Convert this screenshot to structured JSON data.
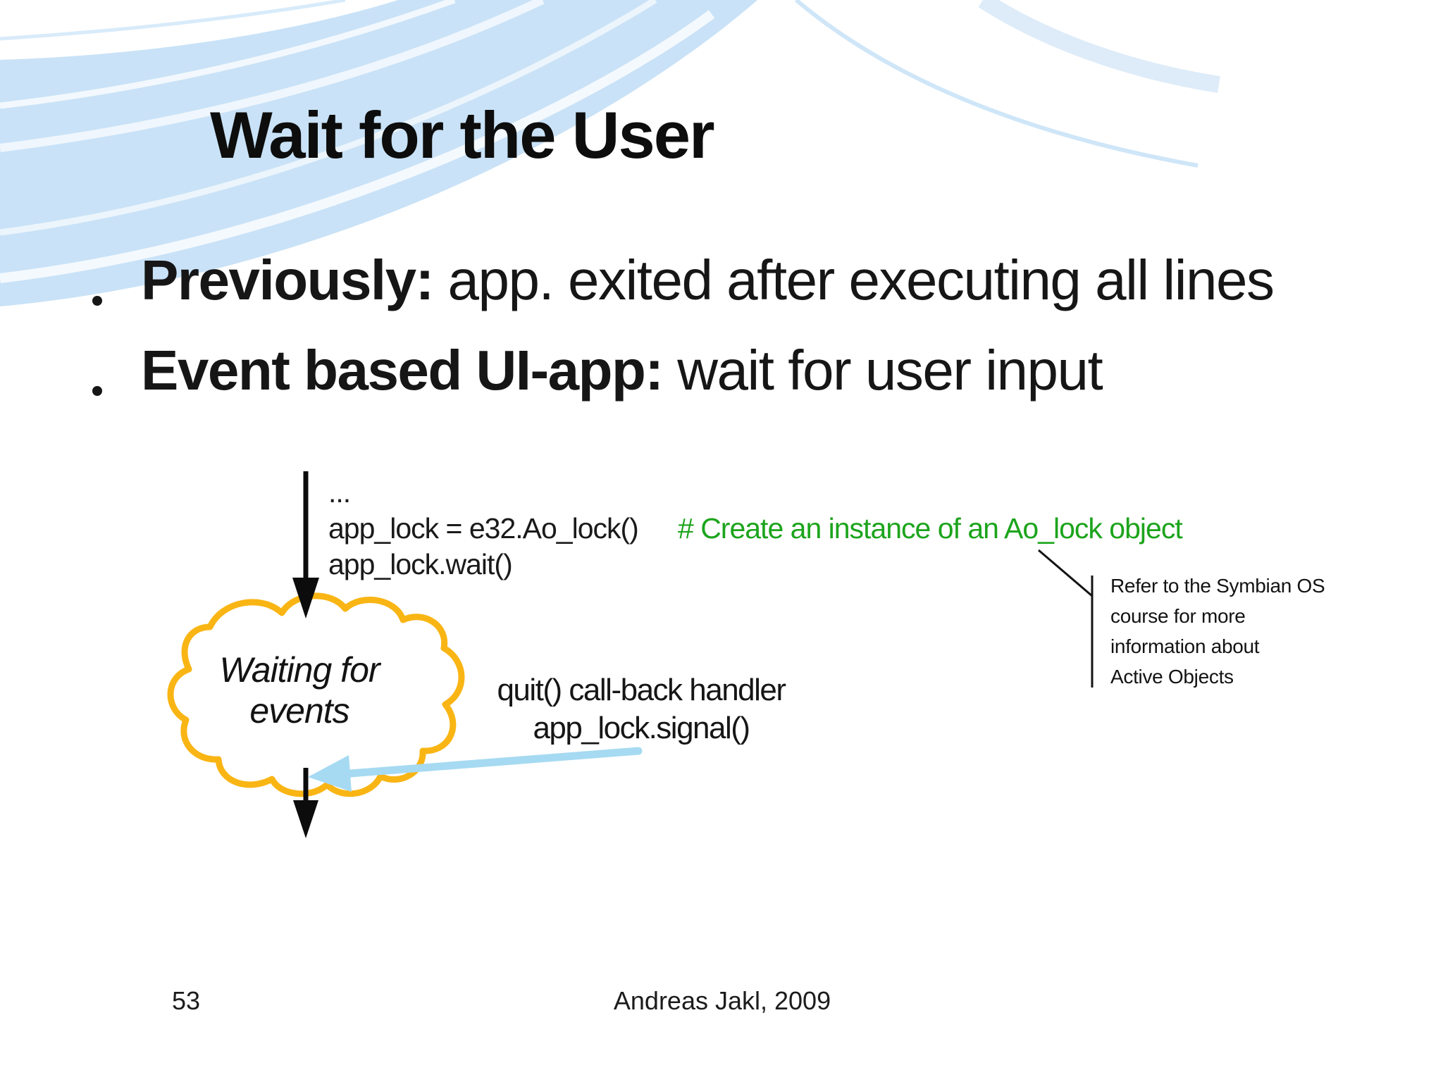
{
  "slide": {
    "title": "Wait for the User",
    "bullets": [
      {
        "bold": "Previously:",
        "rest": " app. exited after executing all lines"
      },
      {
        "bold": "Event based UI-app:",
        "rest": " wait for user input"
      }
    ],
    "diagram": {
      "code_line1": "...",
      "code_line2": "app_lock = e32.Ao_lock()",
      "code_line3": "app_lock.wait()",
      "comment": "# Create an instance of an Ao_lock object",
      "note": "Refer to the Symbian OS\ncourse for more\ninformation about\nActive Objects",
      "cloud_label": "Waiting for\nevents",
      "callback_label": "quit() call-back handler\napp_lock.signal()"
    },
    "footer": {
      "page_number": "53",
      "author": "Andreas Jakl, 2009"
    },
    "colors": {
      "comment_green": "#1CA41C",
      "cloud_stroke": "#F9B514",
      "blue_arrow": "#A6DAF2",
      "swoosh": "#C9E2F7"
    }
  }
}
